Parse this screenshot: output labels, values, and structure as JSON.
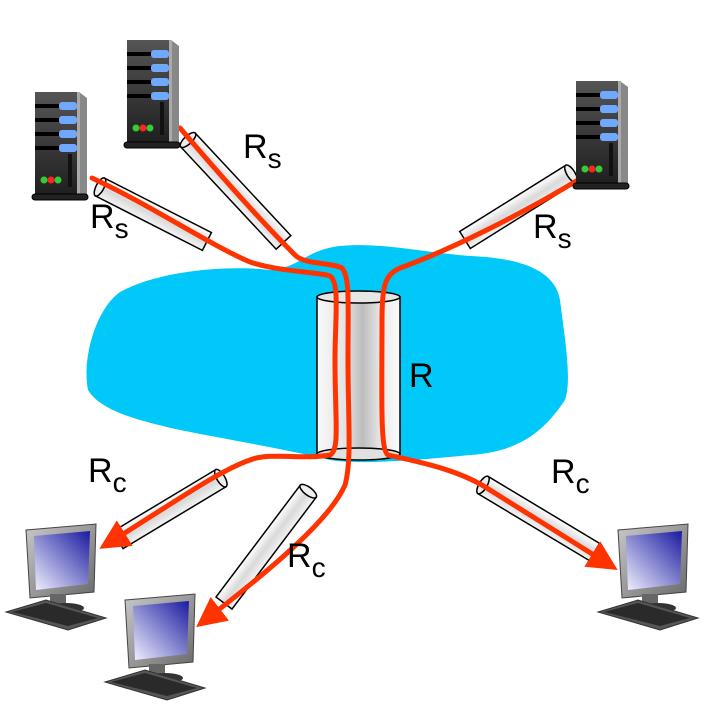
{
  "diagram": {
    "title": "Throughput with shared bottleneck link",
    "colors": {
      "network_cloud": "#00C8F8",
      "flow": "#FF3300",
      "pipe_outline": "#000000",
      "pipe_fill": "#EDEDED",
      "server_body": "#3a3a3a",
      "server_light": "#6FA8FF",
      "screen": "#3030B0"
    },
    "labels": {
      "server_link_1": {
        "main": "R",
        "sub": "s"
      },
      "server_link_2": {
        "main": "R",
        "sub": "s"
      },
      "server_link_3": {
        "main": "R",
        "sub": "s"
      },
      "shared_link": {
        "main": "R"
      },
      "client_link_1": {
        "main": "R",
        "sub": "c"
      },
      "client_link_2": {
        "main": "R",
        "sub": "c"
      },
      "client_link_3": {
        "main": "R",
        "sub": "c"
      }
    },
    "nodes": {
      "servers": [
        "server-1",
        "server-2",
        "server-3"
      ],
      "clients": [
        "client-1",
        "client-2",
        "client-3"
      ]
    }
  }
}
